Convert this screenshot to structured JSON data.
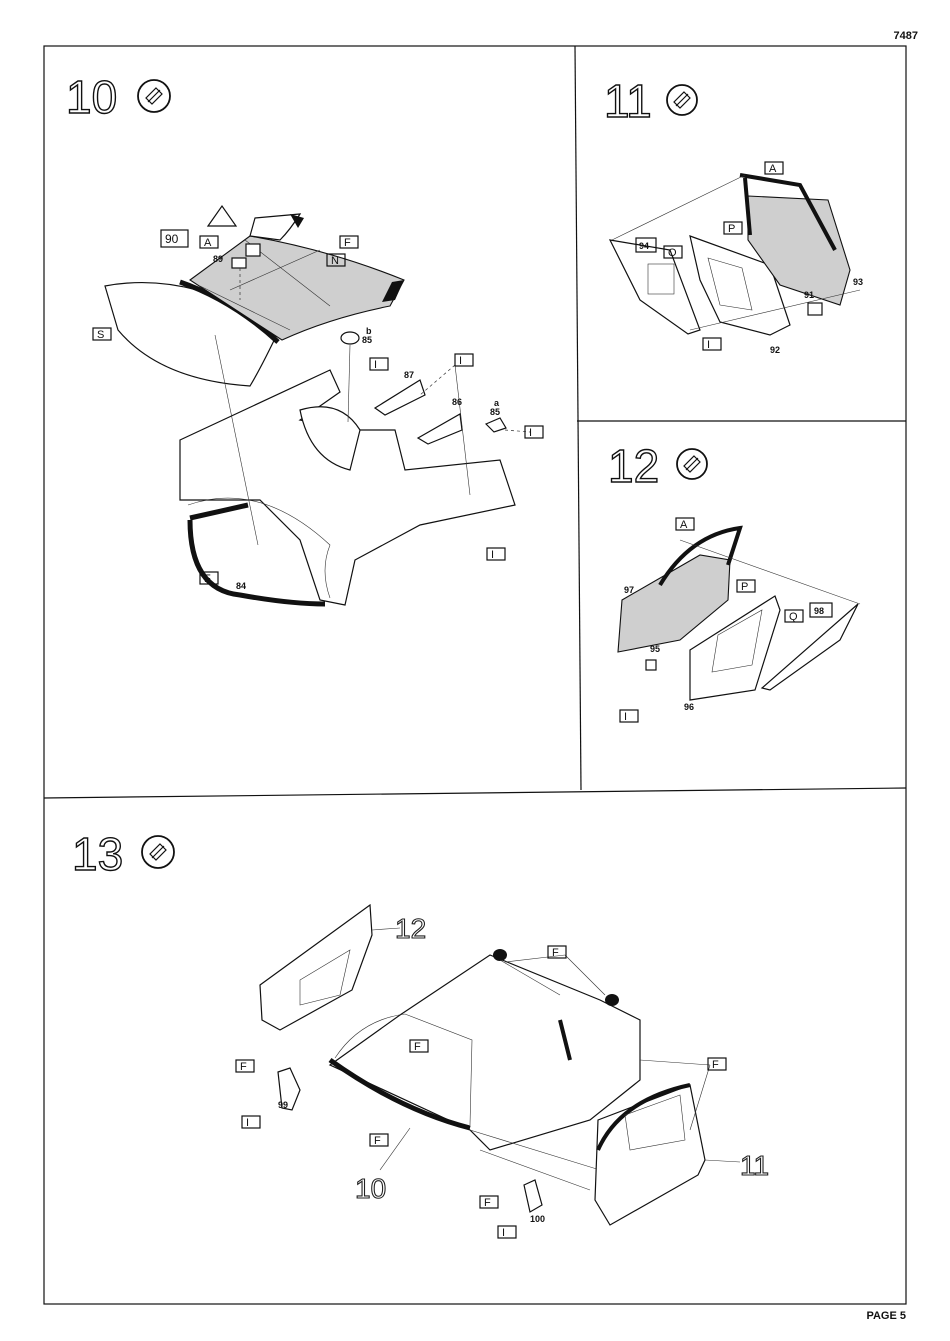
{
  "page": {
    "catalog_number": "7487",
    "page_label": "PAGE 5"
  },
  "steps": [
    {
      "number": "10",
      "icon": "glue-icon",
      "part_numbers": [
        "90",
        "89",
        "b",
        "85",
        "87",
        "86",
        "a",
        "85",
        "84"
      ],
      "color_labels": [
        "A",
        "F",
        "N",
        "S",
        "I",
        "I",
        "I",
        "I",
        "F"
      ]
    },
    {
      "number": "11",
      "icon": "glue-icon",
      "part_numbers": [
        "94",
        "93",
        "91",
        "92"
      ],
      "color_labels": [
        "A",
        "P",
        "Q",
        "I"
      ]
    },
    {
      "number": "12",
      "icon": "glue-icon",
      "part_numbers": [
        "97",
        "98",
        "95",
        "96"
      ],
      "color_labels": [
        "A",
        "P",
        "Q",
        "I"
      ]
    },
    {
      "number": "13",
      "icon": "glue-icon",
      "part_numbers": [
        "99",
        "100"
      ],
      "color_labels": [
        "F",
        "F",
        "I",
        "F",
        "F",
        "F",
        "I",
        "F"
      ],
      "subassembly_refs": [
        "12",
        "10",
        "11"
      ]
    }
  ]
}
